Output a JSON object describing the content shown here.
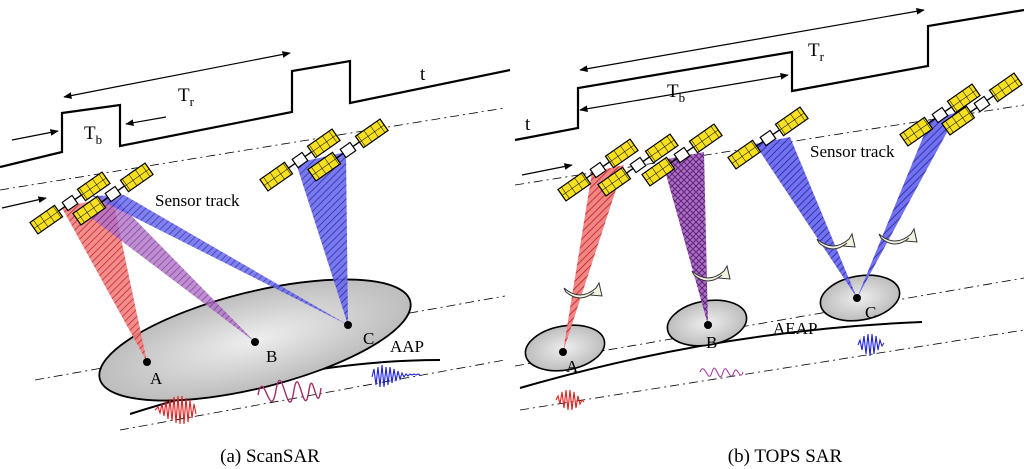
{
  "left": {
    "caption": "(a) ScanSAR",
    "time_symbol": "t",
    "tb_main": "T",
    "tb_sub": "b",
    "tr_main": "T",
    "tr_sub": "r",
    "sensor_track": "Sensor track",
    "footprint_label": "AAP",
    "points": [
      "A",
      "B",
      "C"
    ],
    "beam_colors": [
      "#e83a3a",
      "#8a3aa8",
      "#3a3ae0"
    ]
  },
  "right": {
    "caption": "(b) TOPS SAR",
    "time_symbol": "t",
    "tb_main": "T",
    "tb_sub": "b",
    "tr_main": "T",
    "tr_sub": "r",
    "sensor_track": "Sensor track",
    "footprint_label": "AEAP",
    "points": [
      "A",
      "B",
      "C"
    ],
    "beam_colors": [
      "#e83a3a",
      "#8a3aa8",
      "#3a3ae0"
    ]
  }
}
